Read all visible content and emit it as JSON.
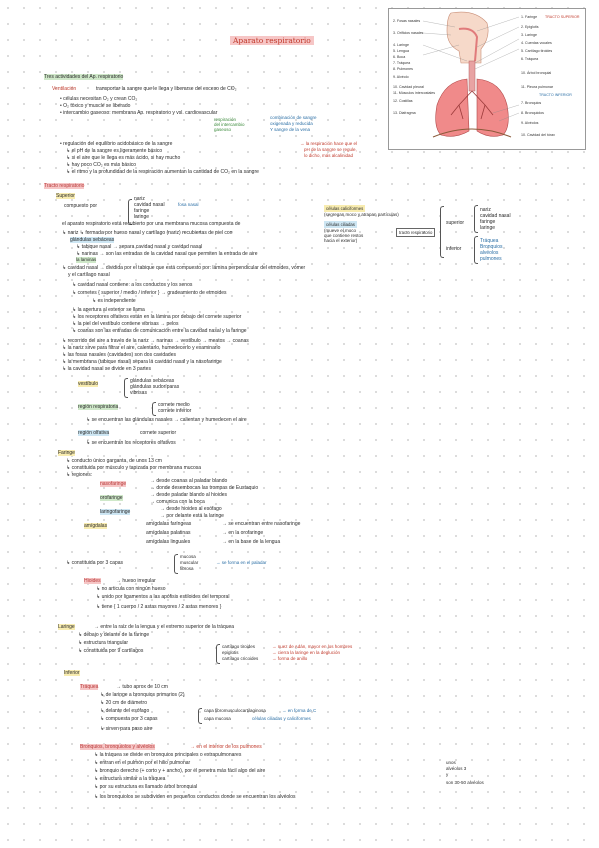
{
  "title": "Aparato respiratorio",
  "figure": {
    "labels_left": [
      "2. Fosas nasales",
      "3. Orificios nasales",
      "4. Laringe",
      "5. Lengua",
      "6. Boca",
      "7. Tráquea",
      "8. Pulmones",
      "9. Alvéolo",
      "10. Cavidad pleural",
      "11. Músculos intercostales",
      "12. Costillas",
      "13. Diafragma"
    ],
    "labels_right": [
      "1. Faringe",
      "2. Epiglotis",
      "3. Laringe",
      "4. Cuerdas vocales",
      "5. Cartílago tiroides",
      "6. Tráquea",
      "7. Bronquios",
      "8. Bronquiolos",
      "9. Alvéolos",
      "10. Cavidad del tórax"
    ],
    "label_tracto_superior": "TRACTO SUPERIOR",
    "label_tracto_inferior": "TRACTO INFERIOR",
    "label_arbol": "10. Árbol bronquial",
    "label_pleura": "11. Pleura pulmonar"
  },
  "sections": {
    "funciones_heading": "Tres actividades del Ap. respiratorio",
    "ventilacion": "Ventilación",
    "ventilacion_text": "transportar la sangre que le llega y liberarse del exceso de CO₂",
    "funciones_list": [
      "• células necesitan O₂ y crean CO₂",
      "• O₂ tóxico y muscle se liberado",
      "• intercambio gaseoso: membrana Ap. respiratorio y vsl. cardiovascular"
    ],
    "intercambio_note": [
      "respiración",
      "del intercambio",
      "gaseoso"
    ],
    "sangre_note": [
      "combinación de sangre",
      "oxigenada y reducida",
      "Y sangre de la vena"
    ],
    "equilibrio_list": [
      "• regulación del equilibrio acidobásico de la sangre",
      "↳ el pH de la sangre es ligeramente básico",
      "↳ si el aire que le llega es más ácido, si hay mucho",
      "↳ hay poco CO₂ es más básico",
      "↳ el ritmo y la profundidad de la respiración aumentan la cantidad de CO₂ en la sangre"
    ],
    "equilibrio_note": [
      "→ la respiración hace que el",
      "pH de la sangre se regule,",
      "lo dicho, más alcalinidad"
    ],
    "tracto_heading": "Tracto respiratorio",
    "superior": "Superior",
    "compuesto": "compuesto por",
    "superior_list": [
      "nariz",
      "cavidad nasal",
      "faringe",
      "laringe"
    ],
    "fosa_nasal": "fosa nasal",
    "aparato_text": "el aparato respiratorio está recubierto por una membrana mucosa compuesta de",
    "mucosa_tags": [
      "células caliciformes",
      "(segregan moco y atrapan partículas)",
      "células ciliadas",
      "(mueve el moco",
      "que contiene restos",
      "hacia el exterior)"
    ],
    "tracto_box": "tracto respiratorio",
    "superior_label": "superior",
    "inferior_label": "inferior",
    "right_list_sup": [
      "nariz",
      "cavidad nasal",
      "faringe",
      "laringe"
    ],
    "right_list_inf": [
      "Tráquea",
      "Bronquios",
      "alvéolos",
      "pulmones"
    ],
    "nariz_line": "↳ nariz ↳ formada por hueso nasal y cartílago (nariz) recubiertas de piel con",
    "glandulas": "glándulas sebáceas",
    "nariz_sub": [
      "↳ tabique nasal → separa cavidad nasal y cavidad nasal",
      "↳ narinas → son las entradas de la cavidad nasal que permiten la entrada de aire",
      "la laminas"
    ],
    "cavidad_line": "↳ cavidad nasal → dividida por el tabique que está compuesto por: lámina perpendicular del etmoides, vómer",
    "cavidad_line2": "y el cartílago nasal",
    "cavidad_sub": [
      "↳ cavidad nasal contiene: a los conductos y los senos",
      "↳ cornetes { superior / medio / inferior } → gradeamiento de etmoides",
      "↳ es independiente",
      "↳ la apertura al exterior se llama",
      "↳ los receptores olfativos están en la lámina por debajo del cornete superior",
      "↳ la piel del vestíbulo contiene vibrisas → pelos",
      "↳ coanas son las entradas de comunicación entre la cavidad nasal y la faringe"
    ],
    "recorrido": [
      "↳ recorrido del aire a través de la nariz → narinas → vestíbulo → meatos → coanas",
      "↳ la nariz sirve para filtrar el aire, calentarlo, humedecerlo y examinarlo",
      "↳ las fosas nasales (cavidades) son dos cavidades",
      "↳ la membrana (tabique nasal) separa la cavidad nasal y la nasofaringe",
      "↳ la cavidad nasal se divide en 3 partes"
    ],
    "vestibulo": "vestíbulo",
    "vestibulo_list": [
      "glándulas sebáceas",
      "glándulas sudoríparas",
      "vibrisas"
    ],
    "region_resp": "región respiratoria",
    "region_resp_list": [
      "cornete medio",
      "cornete inferior"
    ],
    "region_olf": "región olfativa",
    "region_olf_list": [
      "cornete superior"
    ],
    "region_note": "↳ se encuentran las glándulas nasales → calientan y humedecen el aire",
    "region_note2": "↳ se encuentran los receptores olfativos",
    "faringe": "Faringe",
    "faringe_list": [
      "↳ conducto único garganta, de unos 13 cm",
      "↳ constituida por músculo y tapizada por membrana mucosa",
      "↳ regiones:"
    ],
    "nasofaringe": "nasofaringe",
    "nasofaringe_list": [
      "→ desde coanas al paladar blando",
      "→ donde desembocan las trompas de Eustaquio"
    ],
    "orofaringe": "orofaringe",
    "orofaringe_list": [
      "→ desde paladar blando al hioides",
      "→ comunica con la boca"
    ],
    "laringofaringe": "laringofaringe",
    "laringofaringe_list": [
      "→ desde hioides al esófago",
      "→ por delante está la laringe"
    ],
    "amigdalas": "amígdalas",
    "amigdalas_list": [
      "amígdalas faríngeas",
      "amígdalas palatinas",
      "amígdalas linguales"
    ],
    "amigdalas_notes": [
      "→ se encuentran entre nasofaringe",
      "→ en la orofaringe",
      "→ en la base de la lengua"
    ],
    "capas": "↳ constituida por 3 capas",
    "capas_list": [
      "mucosa",
      "muscular",
      "fibrosa"
    ],
    "capas_note": "→ se forma en el paladar",
    "hioides": "Hioides",
    "hioides_list": [
      "→ hueso irregular",
      "↳ no articula con ningún hueso",
      "↳ unido por ligamentos a las apófisis estiloides del temporal",
      "↳ tiene { 1 cuerpo / 2 astas mayores / 2 astas menores }"
    ],
    "laringe": "Laringe",
    "laringe_list": [
      "→ entre la raíz de la lengua y el extremo superior de la tráquea",
      "↳ debajo y delante de la faringe",
      "↳ estructura triangular",
      "↳ constituida por 9 cartílagos"
    ],
    "cartilagos": [
      "cartílago tiroides",
      "epiglotis",
      "cartílago cricoides"
    ],
    "cartilagos_notes": [
      "→ nuez de Adán, mayor en los hombres",
      "→ cierra la laringe en la deglución",
      "→ forma de anillo"
    ],
    "inferior": "Inferior",
    "traquea": "Tráquea",
    "traquea_list": [
      "→ tubo aprox de 10 cm",
      "↳ de laringe a bronquios primarios (2)",
      "↳ 20 cm de diámetro",
      "↳ delante del esófago",
      "↳ compuesta por 3 capas",
      "↳ sirven para paso aire"
    ],
    "traquea_capas": [
      "capa fibromusculocartilaginosa",
      "capa mucosa"
    ],
    "traquea_note": [
      "→ en forma de C",
      "células ciliadas y caliciformes"
    ],
    "bronquios": "Bronquios, bronquiolos y alvéolos",
    "bronquios_note": "→ en el interior de los pulmones",
    "bronquios_list": [
      "↳ la tráquea se divide en bronquios principales o extrapulmonares",
      "↳ entran en el pulmón por el hilio pulmonar",
      "↳ bronquio derecho (+ corto y + ancho), por él penetra más fácil algo del aire",
      "↳ estructura similar a la tráquea",
      "↳ por su estructura es llamado árbol bronquial",
      "↳ los bronquiolos se subdividen en pequeños conductos donde se encuentran los alvéolos"
    ],
    "side_note": [
      "unos",
      "alvéolos 3",
      "y",
      "son 30-50 alvéolos"
    ]
  }
}
